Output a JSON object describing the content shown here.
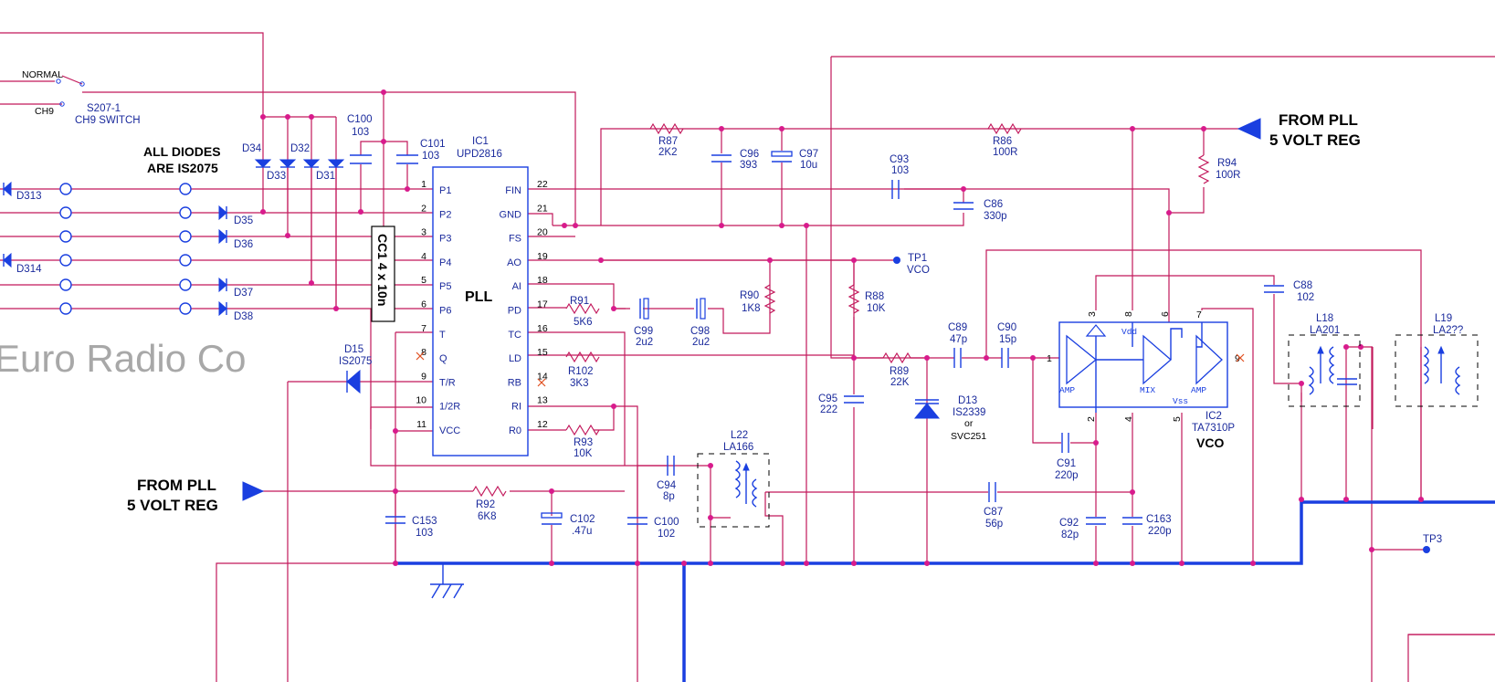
{
  "watermark": "Euro Radio Co",
  "switch": {
    "normal": "NORMAL",
    "ch9": "CH9",
    "ref": "S207-1",
    "name": "CH9 SWITCH"
  },
  "diodes_note": [
    "ALL DIODES",
    "ARE IS2075"
  ],
  "diodes": {
    "d34": "D34",
    "d33": "D33",
    "d32": "D32",
    "d31": "D31",
    "d313": "D313",
    "d35": "D35",
    "d36": "D36",
    "d314": "D314",
    "d37": "D37",
    "d38": "D38",
    "d15": "D15",
    "d15_type": "IS2075",
    "d13": "D13",
    "d13_type": "IS2339",
    "d13_or": "or",
    "d13_alt": "SVC251"
  },
  "ic1": {
    "ref": "IC1",
    "part": "UPD2816",
    "name": "PLL",
    "left_pins": [
      {
        "num": "1",
        "name": "P1"
      },
      {
        "num": "2",
        "name": "P2"
      },
      {
        "num": "3",
        "name": "P3"
      },
      {
        "num": "4",
        "name": "P4"
      },
      {
        "num": "5",
        "name": "P5"
      },
      {
        "num": "6",
        "name": "P6"
      },
      {
        "num": "7",
        "name": "T"
      },
      {
        "num": "8",
        "name": "Q"
      },
      {
        "num": "9",
        "name": "T/R"
      },
      {
        "num": "10",
        "name": "1/2R"
      },
      {
        "num": "11",
        "name": "VCC"
      }
    ],
    "right_pins": [
      {
        "num": "22",
        "name": "FIN"
      },
      {
        "num": "21",
        "name": "GND"
      },
      {
        "num": "20",
        "name": "FS"
      },
      {
        "num": "19",
        "name": "AO"
      },
      {
        "num": "18",
        "name": "AI"
      },
      {
        "num": "17",
        "name": "PD"
      },
      {
        "num": "16",
        "name": "TC"
      },
      {
        "num": "15",
        "name": "LD"
      },
      {
        "num": "14",
        "name": "RB"
      },
      {
        "num": "13",
        "name": "RI"
      },
      {
        "num": "12",
        "name": "R0"
      }
    ]
  },
  "cc1": "CC1 4 x 10n",
  "ic2": {
    "ref": "IC2",
    "part": "TA7310P",
    "name": "VCO",
    "amp1": "AMP",
    "mix": "MIX",
    "amp2": "AMP",
    "vdd": "Vdd",
    "vss": "Vss",
    "pins": [
      "1",
      "2",
      "3",
      "4",
      "5",
      "6",
      "7",
      "8",
      "9"
    ]
  },
  "components": {
    "c100a": [
      "C100",
      "103"
    ],
    "c101": [
      "C101",
      "103"
    ],
    "r87": [
      "R87",
      "2K2"
    ],
    "c96": [
      "C96",
      "393"
    ],
    "c97": [
      "C97",
      "10u"
    ],
    "r86": [
      "R86",
      "100R"
    ],
    "r94": [
      "R94",
      "100R"
    ],
    "c93": [
      "C93",
      "103"
    ],
    "c86": [
      "C86",
      "330p"
    ],
    "r91": [
      "R91",
      "5K6"
    ],
    "c99": [
      "C99",
      "2u2"
    ],
    "c98": [
      "C98",
      "2u2"
    ],
    "r90": [
      "R90",
      "1K8"
    ],
    "r88": [
      "R88",
      "10K"
    ],
    "r102": [
      "R102",
      "3K3"
    ],
    "r93": [
      "R93",
      "10K"
    ],
    "c89": [
      "C89",
      "47p"
    ],
    "c90": [
      "C90",
      "15p"
    ],
    "r89": [
      "R89",
      "22K"
    ],
    "c95": [
      "C95",
      "222"
    ],
    "c88": [
      "C88",
      "102"
    ],
    "c91": [
      "C91",
      "220p"
    ],
    "c87": [
      "C87",
      "56p"
    ],
    "c92": [
      "C92",
      "82p"
    ],
    "c163": [
      "C163",
      "220p"
    ],
    "c94": [
      "C94",
      "8p"
    ],
    "l22": [
      "L22",
      "LA166"
    ],
    "r92": [
      "R92",
      "6K8"
    ],
    "c153": [
      "C153",
      "103"
    ],
    "c102": [
      "C102",
      ".47u"
    ],
    "c100b": [
      "C100",
      "102"
    ],
    "l18": [
      "L18",
      "LA201"
    ],
    "l19": [
      "L19",
      "LA2??"
    ]
  },
  "tp1": [
    "TP1",
    "VCO"
  ],
  "tp3": "TP3",
  "from_pll_right": [
    "FROM PLL",
    "5 VOLT REG"
  ],
  "from_pll_left": [
    "FROM PLL",
    "5 VOLT REG"
  ]
}
